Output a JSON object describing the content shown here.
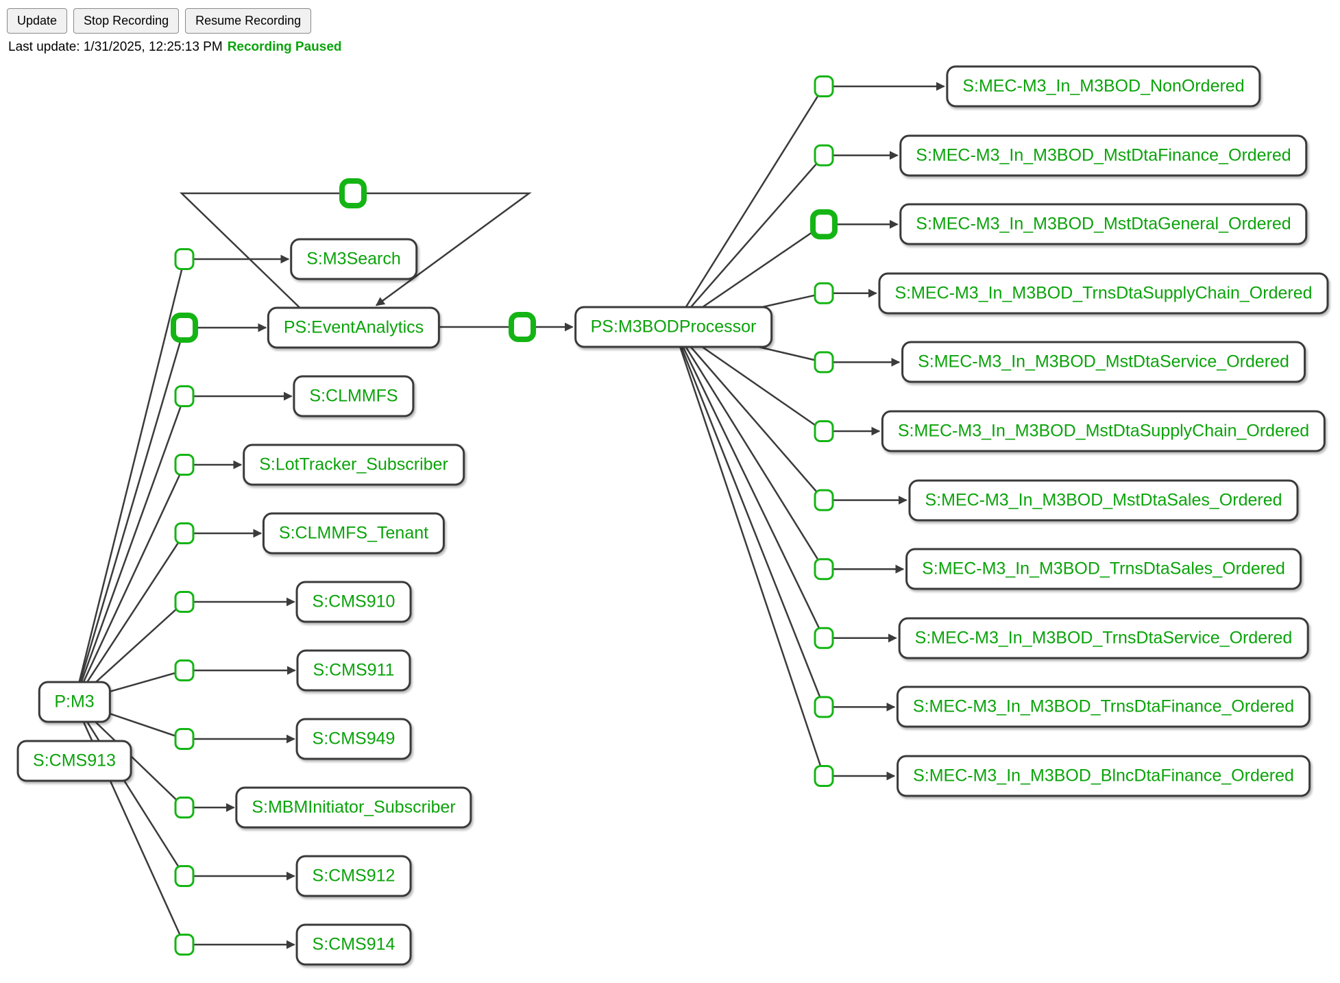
{
  "toolbar": {
    "buttons": [
      {
        "label": "Update"
      },
      {
        "label": "Stop Recording"
      },
      {
        "label": "Resume Recording"
      }
    ]
  },
  "status": {
    "last_update": "Last update: 1/31/2025, 12:25:13 PM",
    "recording_state": "Recording Paused"
  },
  "colors": {
    "node_text_green": "#0ba30b",
    "port_green": "#15b415",
    "edge_gray": "#3b3b3b",
    "node_border_gray": "#3a3a3a",
    "status_green": "#0ba30b"
  },
  "graph": {
    "publisher": {
      "label": "P:M3"
    },
    "standalone_subscriber": {
      "label": "S:CMS913"
    },
    "processor_hub": {
      "label": "PS:M3BODProcessor"
    },
    "left_rows": [
      {
        "label": "S:M3Search",
        "port": "normal"
      },
      {
        "label": "PS:EventAnalytics",
        "port": "thick",
        "is_hub": true
      },
      {
        "label": "S:CLMMFS",
        "port": "normal"
      },
      {
        "label": "S:LotTracker_Subscriber",
        "port": "normal"
      },
      {
        "label": "S:CLMMFS_Tenant",
        "port": "normal"
      },
      {
        "label": "S:CMS910",
        "port": "normal"
      },
      {
        "label": "S:CMS911",
        "port": "normal"
      },
      {
        "label": "S:CMS949",
        "port": "normal"
      },
      {
        "label": "S:MBMInitiator_Subscriber",
        "port": "normal"
      },
      {
        "label": "S:CMS912",
        "port": "normal"
      },
      {
        "label": "S:CMS914",
        "port": "normal"
      }
    ],
    "right_rows": [
      {
        "label": "S:MEC-M3_In_M3BOD_NonOrdered",
        "port": "normal"
      },
      {
        "label": "S:MEC-M3_In_M3BOD_MstDtaFinance_Ordered",
        "port": "normal"
      },
      {
        "label": "S:MEC-M3_In_M3BOD_MstDtaGeneral_Ordered",
        "port": "thick"
      },
      {
        "label": "S:MEC-M3_In_M3BOD_TrnsDtaSupplyChain_Ordered",
        "port": "normal"
      },
      {
        "label": "S:MEC-M3_In_M3BOD_MstDtaService_Ordered",
        "port": "normal"
      },
      {
        "label": "S:MEC-M3_In_M3BOD_MstDtaSupplyChain_Ordered",
        "port": "normal"
      },
      {
        "label": "S:MEC-M3_In_M3BOD_MstDtaSales_Ordered",
        "port": "normal"
      },
      {
        "label": "S:MEC-M3_In_M3BOD_TrnsDtaSales_Ordered",
        "port": "normal"
      },
      {
        "label": "S:MEC-M3_In_M3BOD_TrnsDtaService_Ordered",
        "port": "normal"
      },
      {
        "label": "S:MEC-M3_In_M3BOD_TrnsDtaFinance_Ordered",
        "port": "normal"
      },
      {
        "label": "S:MEC-M3_In_M3BOD_BlncDtaFinance_Ordered",
        "port": "normal"
      }
    ]
  }
}
